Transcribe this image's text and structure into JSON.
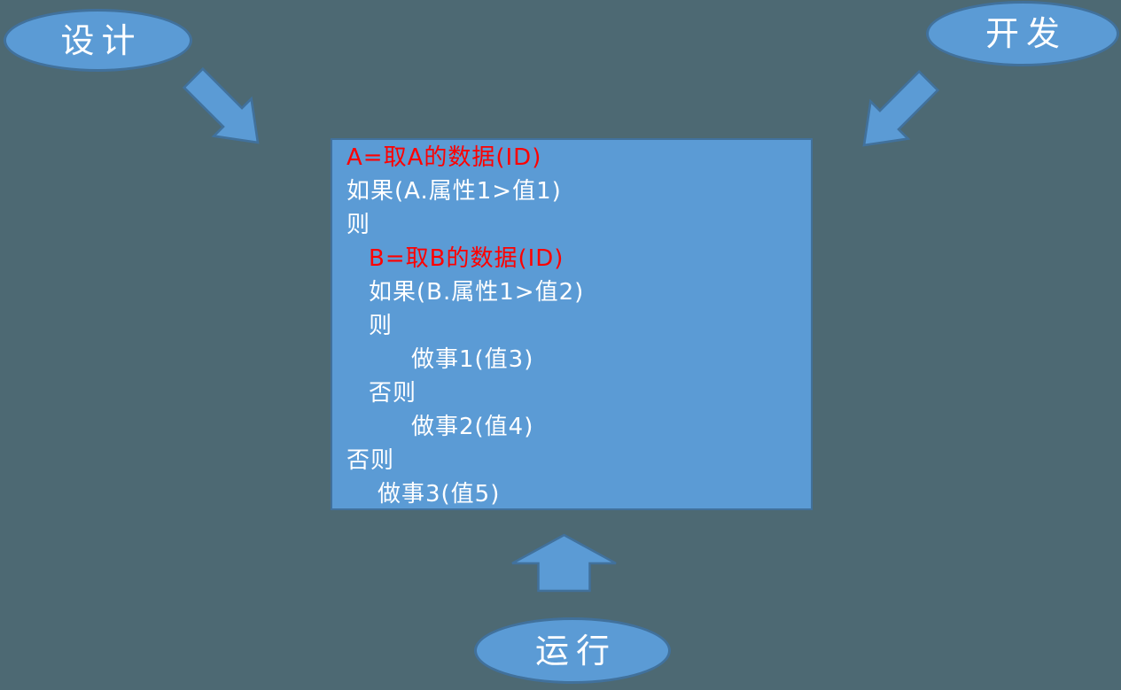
{
  "colors": {
    "background": "#4D6973",
    "shape_fill": "#5B9BD5",
    "shape_border": "#41719C",
    "body_text": "#FFFFFF",
    "highlight_text": "#FF0000"
  },
  "nodes": {
    "design": {
      "label": "设计"
    },
    "develop": {
      "label": "开发"
    },
    "run": {
      "label": "运行"
    }
  },
  "arrows": [
    {
      "name": "arrow-from-design",
      "direction": "down-right"
    },
    {
      "name": "arrow-from-develop",
      "direction": "down-left"
    },
    {
      "name": "arrow-from-run",
      "direction": "up"
    }
  ],
  "code_block": {
    "lines": [
      {
        "text": "A=取A的数据(ID)",
        "color": "red",
        "indent": 0
      },
      {
        "text": "如果(A.属性1>值1)",
        "color": "white",
        "indent": 0
      },
      {
        "text": "则",
        "color": "white",
        "indent": 0
      },
      {
        "text": "B=取B的数据(ID)",
        "color": "red",
        "indent": 25
      },
      {
        "text": "如果(B.属性1>值2)",
        "color": "white",
        "indent": 25
      },
      {
        "text": "则",
        "color": "white",
        "indent": 25
      },
      {
        "text": "做事1(值3)",
        "color": "white",
        "indent": 73
      },
      {
        "text": "否则",
        "color": "white",
        "indent": 25
      },
      {
        "text": "做事2(值4)",
        "color": "white",
        "indent": 73
      },
      {
        "text": "否则",
        "color": "white",
        "indent": 0
      },
      {
        "text": "做事3(值5)",
        "color": "white",
        "indent": 35
      }
    ]
  }
}
